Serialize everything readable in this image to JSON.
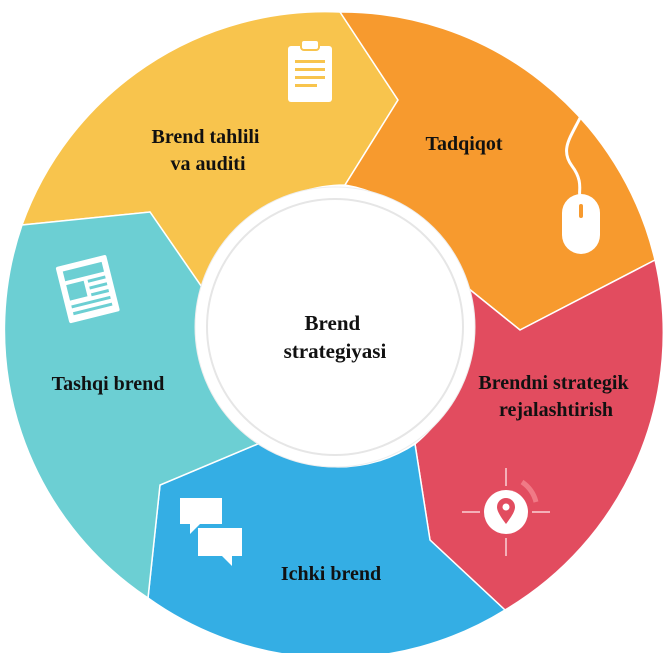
{
  "center": {
    "lines": [
      "Brend",
      "strategiyasi"
    ]
  },
  "segments": [
    {
      "id": "brend-tahlili",
      "lines": [
        "Brend tahlili",
        "va auditi"
      ],
      "color": "#f8c44d",
      "icon": "clipboard-icon"
    },
    {
      "id": "tadqiqot",
      "lines": [
        "Tadqiqot"
      ],
      "color": "#f79a2e",
      "icon": "mouse-icon"
    },
    {
      "id": "strategik",
      "lines": [
        "Brendni strategik",
        "rejalashtirish"
      ],
      "color": "#e24c5f",
      "icon": "location-pin-icon"
    },
    {
      "id": "ichki",
      "lines": [
        "Ichki brend"
      ],
      "color": "#34aee4",
      "icon": "chat-bubbles-icon"
    },
    {
      "id": "tashqi",
      "lines": [
        "Tashqi brend"
      ],
      "color": "#6ccfd3",
      "icon": "newspaper-icon"
    }
  ]
}
